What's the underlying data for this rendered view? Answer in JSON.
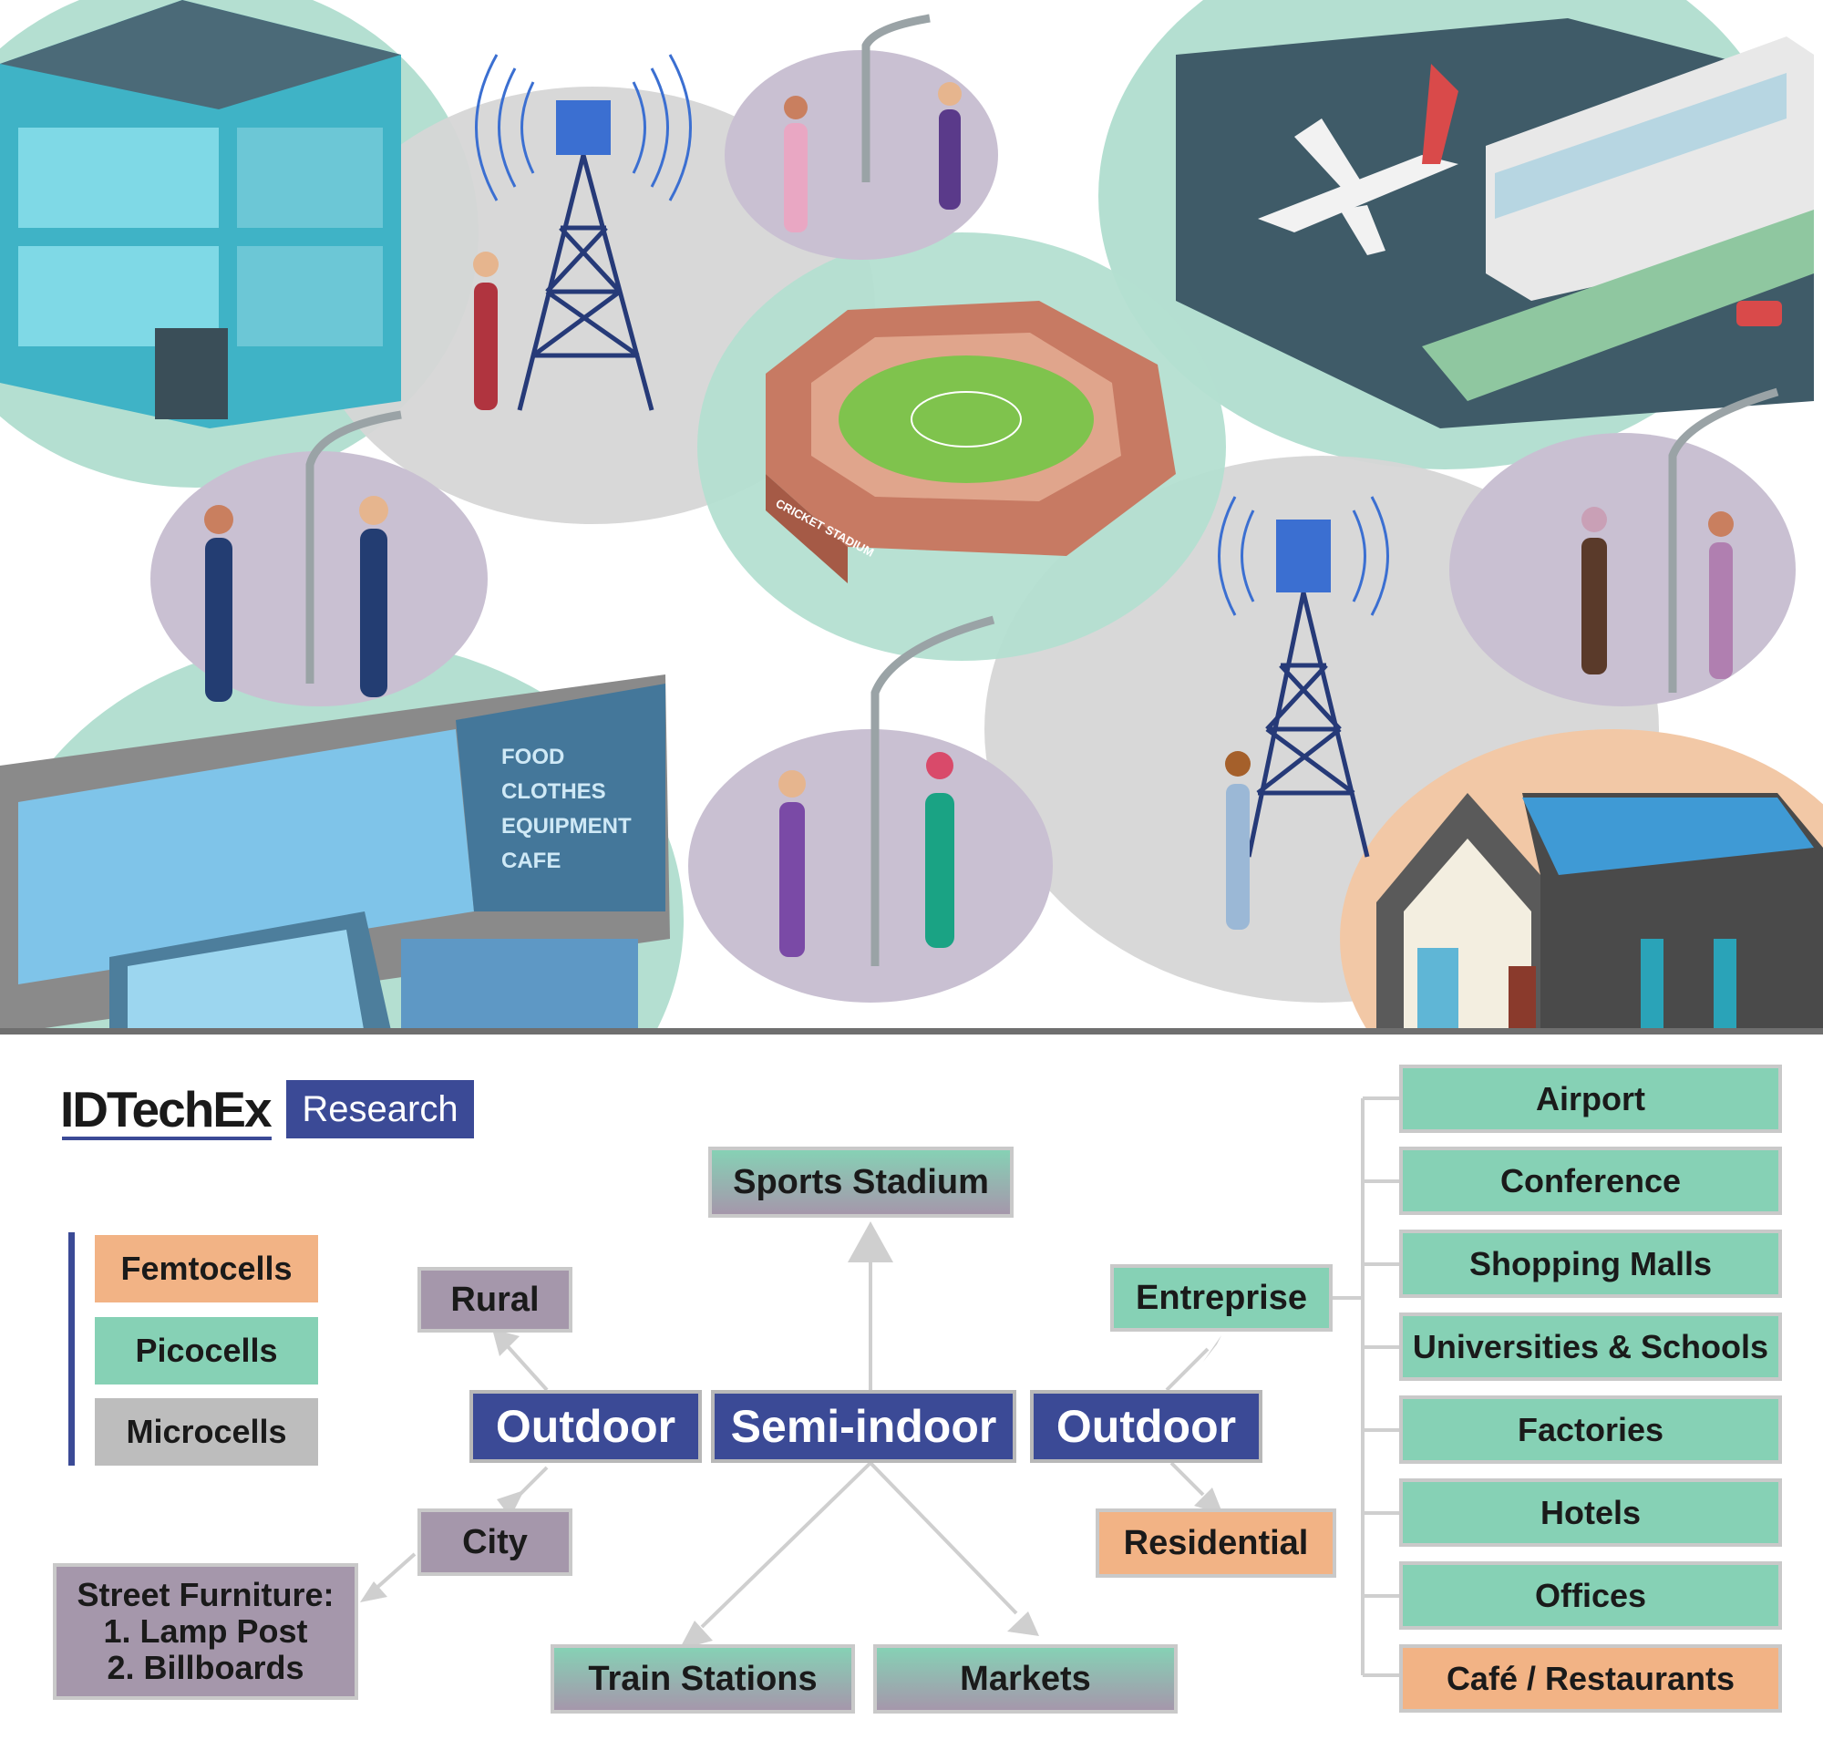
{
  "brand": {
    "name": "IDTechEx",
    "tag": "Research"
  },
  "mall_sign": [
    "FOOD",
    "CLOTHES",
    "EQUIPMENT",
    "CAFE"
  ],
  "stadium_sign": "CRICKET STADIUM",
  "legend": [
    {
      "label": "Femtocells",
      "color": "#f2b385"
    },
    {
      "label": "Picocells",
      "color": "#86d1b5"
    },
    {
      "label": "Microcells",
      "color": "#bdbdbd"
    }
  ],
  "nodes": {
    "outdoor_left": "Outdoor",
    "semi_indoor": "Semi-indoor",
    "outdoor_right": "Outdoor",
    "rural": "Rural",
    "city": "City",
    "street_furniture": [
      "Street Furniture:",
      "1. Lamp Post",
      "2. Billboards"
    ],
    "sports_stadium": "Sports Stadium",
    "train_stations": "Train Stations",
    "markets": "Markets",
    "entreprise": "Entreprise",
    "residential": "Residential"
  },
  "enterprise_list": [
    {
      "label": "Airport",
      "color": "#86d1b5"
    },
    {
      "label": "Conference",
      "color": "#86d1b5"
    },
    {
      "label": "Shopping Malls",
      "color": "#86d1b5"
    },
    {
      "label": "Universities & Schools",
      "color": "#86d1b5"
    },
    {
      "label": "Factories",
      "color": "#86d1b5"
    },
    {
      "label": "Hotels",
      "color": "#86d1b5"
    },
    {
      "label": "Offices",
      "color": "#86d1b5"
    },
    {
      "label": "Café / Restaurants",
      "color": "#f2b385"
    }
  ],
  "colors": {
    "navy": "#3b4a96",
    "picocell_green": "#86d1b5",
    "microcell_grey": "#bdbdbd",
    "femtocell_orange": "#f2b385",
    "street_purple": "#a597ab"
  }
}
